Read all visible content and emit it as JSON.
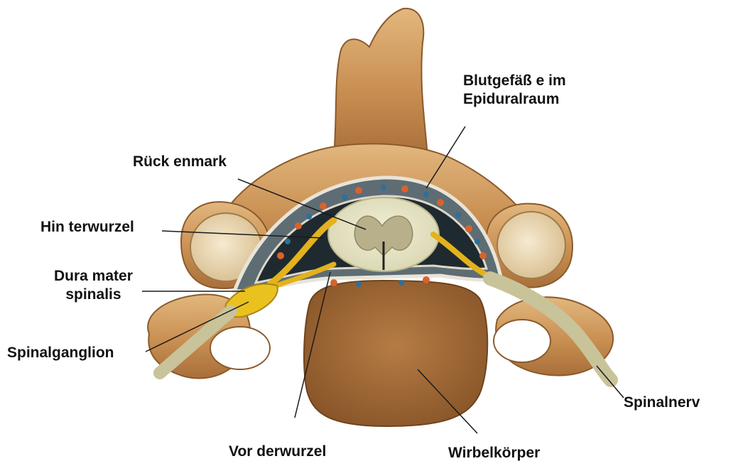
{
  "labels": {
    "blutgefaesse": "Blutgefäß e im\nEpiduralraum",
    "rueckenmark": "Rück enmark",
    "hinterwurzel": "Hin terwurzel",
    "dura_mater": "Dura mater\nspinalis",
    "spinalganglion": "Spinalganglion",
    "spinalnerv": "Spinalnerv",
    "vorderwurzel": "Vor derwurzel",
    "wirbelkoerper": "Wirbelkörper"
  }
}
